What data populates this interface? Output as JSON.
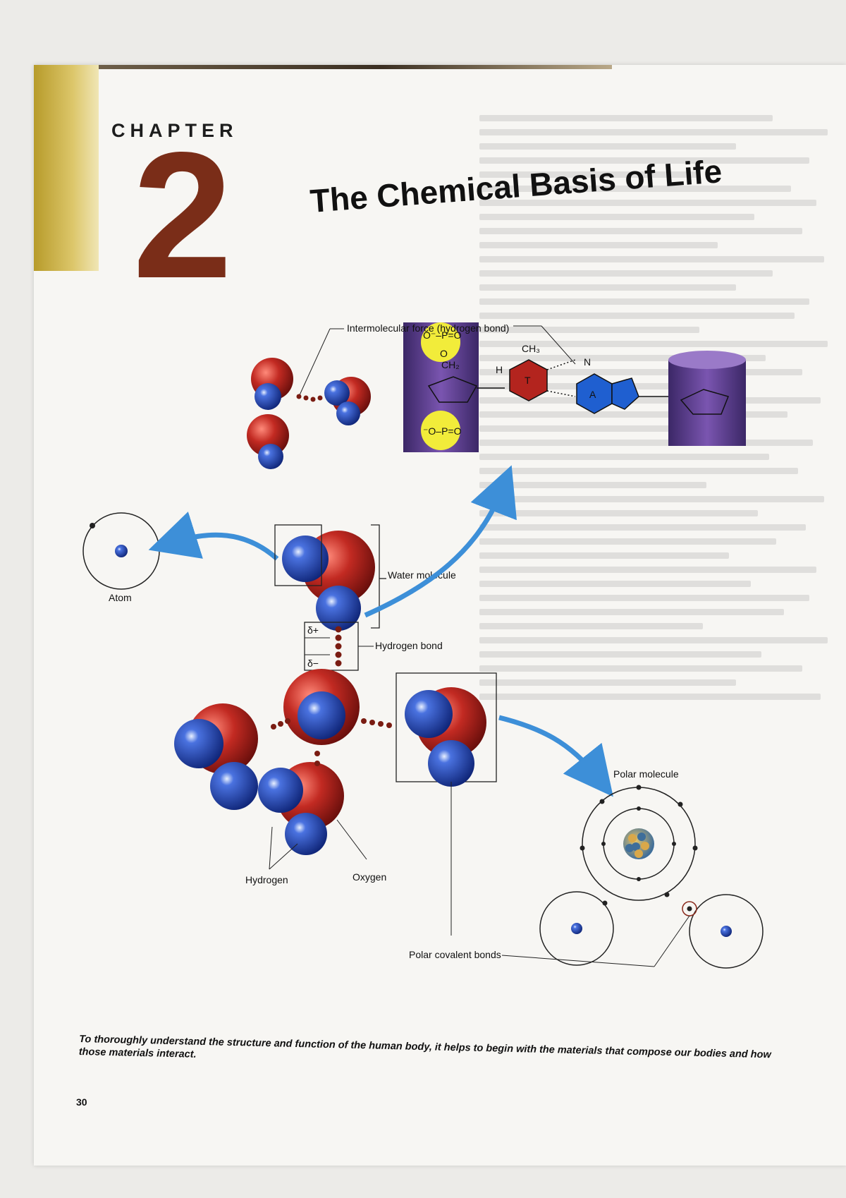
{
  "chapter": {
    "label": "CHAPTER",
    "number": "2",
    "title": "The Chemical Basis of Life"
  },
  "figure": {
    "labels": {
      "intermolecular_force": "Intermolecular force (hydrogen bond)",
      "atom": "Atom",
      "water_molecule": "Water molecule",
      "hydrogen_bond": "Hydrogen bond",
      "delta_plus": "δ+",
      "delta_minus": "δ−",
      "hydrogen": "Hydrogen",
      "oxygen": "Oxygen",
      "polar_molecule": "Polar molecule",
      "polar_covalent_bonds": "Polar covalent bonds"
    },
    "dna_labels": {
      "phosphate_top": "O⁻–P=O",
      "o": "O",
      "ch2": "CH₂",
      "phosphate_bottom": "⁻O–P=O",
      "ch3": "CH₃",
      "t_base": "T",
      "a_base": "A",
      "h": "H",
      "n": "N"
    },
    "colors": {
      "oxygen": "#b3241e",
      "hydrogen": "#2347b8",
      "bond_dot": "#7a1c12",
      "arrow": "#3d8fd8",
      "dna_purple": "#5a3a8a",
      "phosphate_yellow": "#f2ec3a",
      "thymine_red": "#b3241e",
      "adenine_blue": "#1f5fd0"
    }
  },
  "caption": "To thoroughly understand the structure and function of the human body, it helps to begin with the materials that compose our bodies and how those materials interact.",
  "page_number": "30"
}
